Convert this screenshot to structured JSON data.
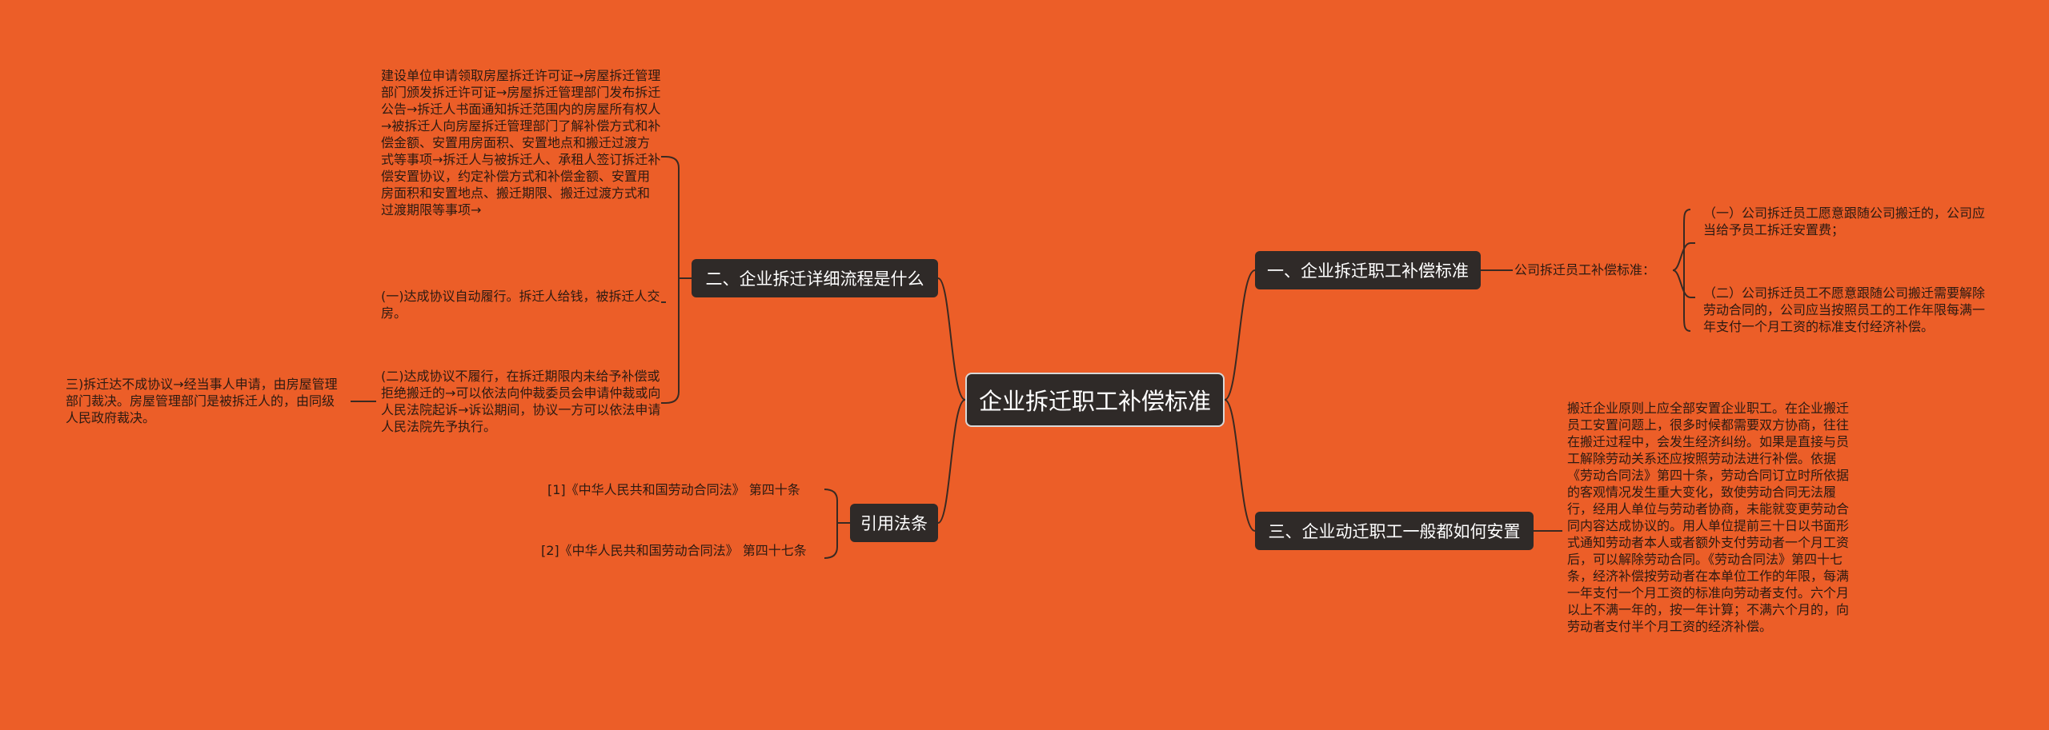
{
  "colors": {
    "background": "#ec5e28",
    "node": "#2f2a28",
    "line": "#3a2a22",
    "text": "#2b1a12"
  },
  "root": {
    "label": "企业拆迁职工补偿标准"
  },
  "branches": {
    "b1": {
      "label": "一、企业拆迁职工补偿标准",
      "sub_label": "公司拆迁员工补偿标准：",
      "leaves": [
        "（一）公司拆迁员工愿意跟随公司搬迁的，公司应当给予员工拆迁安置费；",
        "（二）公司拆迁员工不愿意跟随公司搬迁需要解除劳动合同的，公司应当按照员工的工作年限每满一年支付一个月工资的标准支付经济补偿。"
      ]
    },
    "b2": {
      "label": "二、企业拆迁详细流程是什么",
      "leaves": [
        "建设单位申请领取房屋拆迁许可证→房屋拆迁管理部门颁发拆迁许可证→房屋拆迁管理部门发布拆迁公告→拆迁人书面通知拆迁范围内的房屋所有权人→被拆迁人向房屋拆迁管理部门了解补偿方式和补偿金额、安置用房面积、安置地点和搬迁过渡方式等事项→拆迁人与被拆迁人、承租人签订拆迁补偿安置协议，约定补偿方式和补偿金额、安置用房面积和安置地点、搬迁期限、搬迁过渡方式和过渡期限等事项→",
        "(一)达成协议自动履行。拆迁人给钱，被拆迁人交房。",
        "(二)达成协议不履行，在拆迁期限内未给予补偿或拒绝搬迁的→可以依法向仲裁委员会申请仲裁或向人民法院起诉→诉讼期间，协议一方可以依法申请人民法院先予执行。"
      ],
      "sub_leaf": "三)拆迁达不成协议→经当事人申请，由房屋管理部门裁决。房屋管理部门是被拆迁人的，由同级人民政府裁决。"
    },
    "b3": {
      "label": "三、企业动迁职工一般都如何安置",
      "leaf": "搬迁企业原则上应全部安置企业职工。在企业搬迁员工安置问题上，很多时候都需要双方协商，往往在搬迁过程中，会发生经济纠纷。如果是直接与员工解除劳动关系还应按照劳动法进行补偿。依据《劳动合同法》第四十条，劳动合同订立时所依据的客观情况发生重大变化，致使劳动合同无法履行，经用人单位与劳动者协商，未能就变更劳动合同内容达成协议的。用人单位提前三十日以书面形式通知劳动者本人或者额外支付劳动者一个月工资后，可以解除劳动合同。《劳动合同法》第四十七条，经济补偿按劳动者在本单位工作的年限，每满一年支付一个月工资的标准向劳动者支付。六个月以上不满一年的，按一年计算；不满六个月的，向劳动者支付半个月工资的经济补偿。"
    },
    "b4": {
      "label": "引用法条",
      "leaves": [
        "[1]《中华人民共和国劳动合同法》 第四十条",
        "[2]《中华人民共和国劳动合同法》 第四十七条"
      ]
    }
  }
}
